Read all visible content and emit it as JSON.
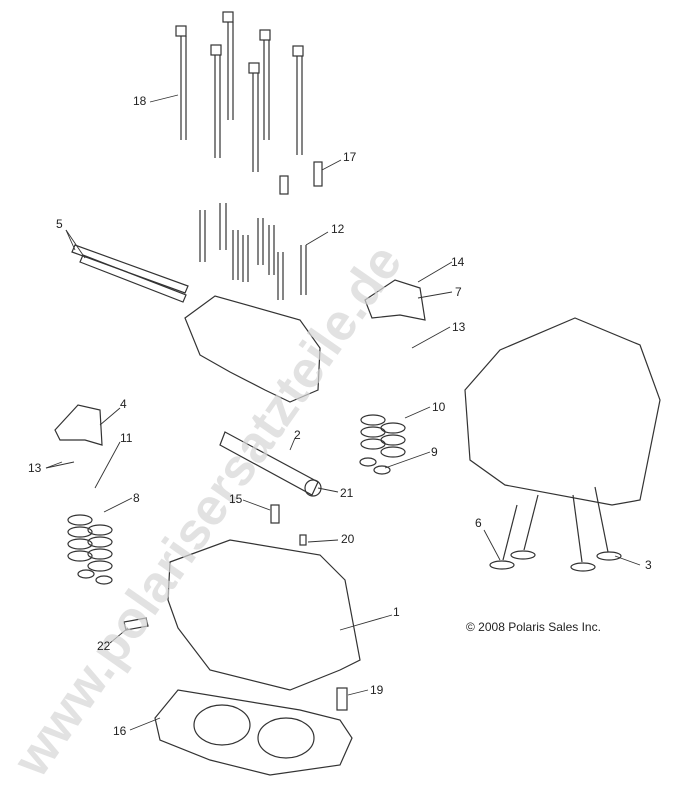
{
  "callouts": {
    "c1": "1",
    "c2": "2",
    "c3": "3",
    "c4": "4",
    "c5": "5",
    "c6": "6",
    "c7": "7",
    "c8": "8",
    "c9": "9",
    "c10": "10",
    "c11": "11",
    "c12": "12",
    "c13a": "13",
    "c13b": "13",
    "c14": "14",
    "c15": "15",
    "c16": "16",
    "c17": "17",
    "c18": "18",
    "c19": "19",
    "c20": "20",
    "c21": "21",
    "c22": "22"
  },
  "copyright": "© 2008 Polaris Sales Inc.",
  "watermark": "www.polarisersatzteile.de",
  "colors": {
    "line": "#333333",
    "watermark": "#cfcfcf"
  }
}
